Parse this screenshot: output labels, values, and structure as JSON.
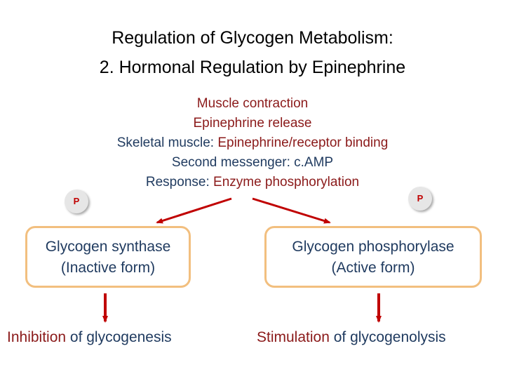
{
  "title": {
    "line1": "Regulation of Glycogen Metabolism:",
    "line2": "2. Hormonal Regulation by Epinephrine"
  },
  "steps": {
    "muscle_contraction": "Muscle contraction",
    "epinephrine_release": "Epinephrine release",
    "skeletal_prefix": "Skeletal muscle: ",
    "skeletal_value": "Epinephrine/receptor binding",
    "second_messenger": "Second messenger: c.AMP",
    "response_prefix": "Response: ",
    "response_value": "Enzyme phosphorylation"
  },
  "phosphate_label": "P",
  "left_enzyme": {
    "name": "Glycogen synthase",
    "form": "(Inactive form)"
  },
  "right_enzyme": {
    "name": "Glycogen phosphorylase",
    "form": "(Active form)"
  },
  "left_outcome": {
    "verb": "Inhibition",
    "rest": " of glycogenesis"
  },
  "right_outcome": {
    "verb": "Stimulation",
    "rest": " of glycogenolysis"
  },
  "colors": {
    "step_text": "#8b1a1a",
    "term_text": "#1f3a5f",
    "arrow": "#c00000",
    "box_border": "#f2bf7f",
    "badge_fill": "#e6e6e6",
    "badge_text": "#c00000"
  }
}
